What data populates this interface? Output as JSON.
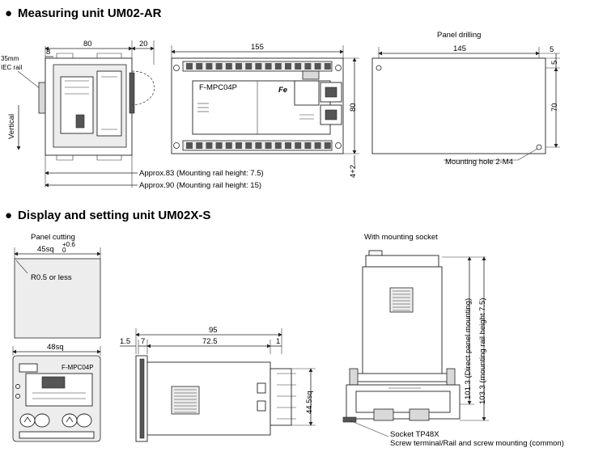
{
  "section1": {
    "bullet": "●",
    "heading": "Measuring unit UM02-AR",
    "side": {
      "dim_80": "80",
      "dim_20": "20",
      "dim_8": "8",
      "rail_label_1": "35mm",
      "rail_label_2": "IEC rail",
      "vertical_label": "Vertical"
    },
    "front": {
      "dim_155": "155",
      "dim_80": "80",
      "dim_4": "4+2",
      "model": "F-MPC04P",
      "logo": "Fe"
    },
    "approx_1": "Approx.83 (Mounting rail height: 7.5)",
    "approx_2": "Approx.90 (Mounting rail height: 15)",
    "drilling": {
      "title": "Panel drilling",
      "dim_145": "145",
      "dim_5a": "5",
      "dim_5b": "5",
      "dim_70": "70",
      "hole": "Mounting hole 2-M4"
    }
  },
  "section2": {
    "bullet": "●",
    "heading": "Display and setting unit UM02X-S",
    "cutting": {
      "title": "Panel cutting",
      "dim": "45sq",
      "tol_plus": "+0.6",
      "tol_minus": "0",
      "radius": "R0.5 or less"
    },
    "front": {
      "dim": "48sq",
      "model": "F-MPC04P"
    },
    "side": {
      "dim_95": "95",
      "dim_1_5": "1.5",
      "dim_7": "7",
      "dim_72_5": "72.5",
      "dim_1": "1",
      "dim_44_5": "44.5sq"
    },
    "socket": {
      "title": "With mounting socket",
      "dim_101": "101.3 (Direct panel mounting)",
      "dim_103": "103.3 (mounting rail height 7.5)",
      "label_1": "Socket TP48X",
      "label_2": "Screw terminal/Rail and screw mounting (common)"
    }
  }
}
